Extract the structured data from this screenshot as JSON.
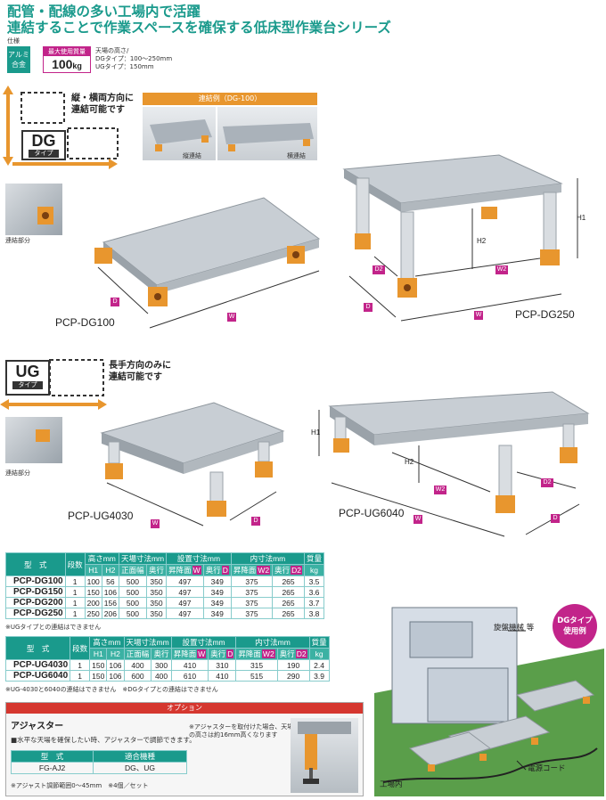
{
  "headline": {
    "line1": "配管・配線の多い工場内で活躍",
    "line2": "連結することで作業スペースを確保する低床型作業台シリーズ"
  },
  "spec_label": "仕様",
  "material_badge": {
    "line1": "アルミ",
    "line2": "合金"
  },
  "max_load": {
    "label": "最大使用質量",
    "value": "100",
    "unit": "kg"
  },
  "height_note": {
    "line1": "天場の高さ/",
    "line2": "DGタイプ：100〜250mm",
    "line3": "UGタイプ：150mm"
  },
  "dg": {
    "badge": "DG",
    "badge_sub": "タイプ",
    "connect_text": {
      "line1": "縦・横両方向に",
      "line2": "連結可能です"
    },
    "example_title": "連結例（DG-100）",
    "example_vertical": "縦連結",
    "example_horizontal": "横連結",
    "joint_label": "連結部分",
    "model_100": "PCP-DG100",
    "model_250": "PCP-DG250",
    "dim_D": "D",
    "dim_W": "W",
    "dim_D2": "D2",
    "dim_W2": "W2",
    "dim_H1": "H1",
    "dim_H2": "H2"
  },
  "ug": {
    "badge": "UG",
    "badge_sub": "タイプ",
    "connect_text": {
      "line1": "長手方向のみに",
      "line2": "連結可能です"
    },
    "joint_label": "連結部分",
    "model_4030": "PCP-UG4030",
    "model_6040": "PCP-UG6040"
  },
  "table1": {
    "headers": {
      "model": "型　式",
      "steps": "段数",
      "height": "高さmm",
      "top": "天場寸法mm",
      "install": "設置寸法mm",
      "inner": "内寸法mm",
      "mass": "質量"
    },
    "subheaders": [
      "H1",
      "H2",
      "正面幅",
      "奥行",
      "昇降面",
      "奥行",
      "昇降面",
      "奥行",
      "kg"
    ],
    "sub_tags": [
      "W",
      "D",
      "W2",
      "D2"
    ],
    "rows": [
      [
        "PCP-DG100",
        "1",
        "100",
        "56",
        "500",
        "350",
        "497",
        "349",
        "375",
        "265",
        "3.5"
      ],
      [
        "PCP-DG150",
        "1",
        "150",
        "106",
        "500",
        "350",
        "497",
        "349",
        "375",
        "265",
        "3.6"
      ],
      [
        "PCP-DG200",
        "1",
        "200",
        "156",
        "500",
        "350",
        "497",
        "349",
        "375",
        "265",
        "3.7"
      ],
      [
        "PCP-DG250",
        "1",
        "250",
        "206",
        "500",
        "350",
        "497",
        "349",
        "375",
        "265",
        "3.8"
      ]
    ],
    "note": "※UGタイプとの連結はできません"
  },
  "table2": {
    "rows": [
      [
        "PCP-UG4030",
        "1",
        "150",
        "106",
        "400",
        "300",
        "410",
        "310",
        "315",
        "190",
        "2.4"
      ],
      [
        "PCP-UG6040",
        "1",
        "150",
        "106",
        "600",
        "400",
        "610",
        "410",
        "515",
        "290",
        "3.9"
      ]
    ],
    "note": "※UG-4030と6040の連結はできません　※DGタイプとの連結はできません"
  },
  "option": {
    "header": "オプション",
    "title": "アジャスター",
    "desc": "■水平な天場を確保したい時、アジャスターで調節できます。",
    "side_note": {
      "line1": "※アジャスターを取付けた場合、天場",
      "line2": "の高さは約16mm高くなります"
    },
    "table_headers": [
      "型　式",
      "適合機種"
    ],
    "table_row": [
      "FG-AJ2",
      "DG、UG"
    ],
    "footnote": "※アジャスト調節範囲0〜45mm　※4個／セット"
  },
  "usage": {
    "badge": {
      "line1": "DGタイプ",
      "line2": "使用例"
    },
    "machine_label": "旋盤機械 等",
    "cord_label": "電源コード",
    "floor_label": "工場内"
  },
  "colors": {
    "teal": "#1a9a8c",
    "orange": "#e8962e",
    "magenta": "#c2248a",
    "red": "#d5372f",
    "floor": "#5a9e4a"
  }
}
